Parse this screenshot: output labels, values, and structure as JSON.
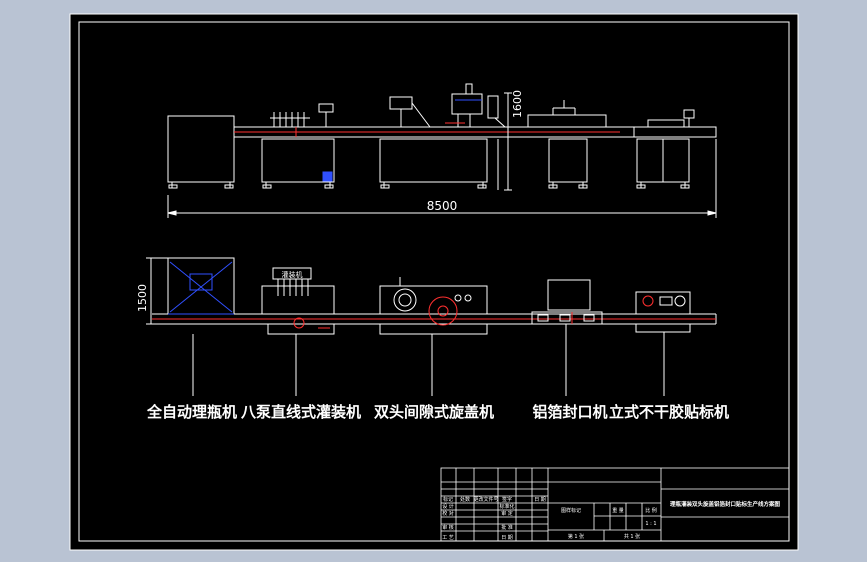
{
  "diagram": {
    "dimensions": {
      "overall_length": "8500",
      "height": "1600",
      "width": "1500"
    },
    "machine_tag": "灌装机",
    "machines": [
      {
        "id": "bottle-unscrambler",
        "label": "全自动理瓶机"
      },
      {
        "id": "filling-machine",
        "label": "八泵直线式灌装机"
      },
      {
        "id": "capping-machine",
        "label": "双头间隙式旋盖机"
      },
      {
        "id": "foil-sealer",
        "label": "铝箔封口机"
      },
      {
        "id": "labeling-machine",
        "label": "立式不干胶贴标机"
      }
    ],
    "title_block": {
      "title": "理瓶灌装双头旋盖铝箔封口贴标生产线方案图",
      "header_row": [
        "标记",
        "处数",
        "更改文件号",
        "签字",
        "日 期"
      ],
      "roles": [
        "设 计",
        "校 对",
        "审 核",
        "工 艺"
      ],
      "roles_right": [
        "标准化",
        "审 定",
        "批 准",
        "日 期"
      ],
      "stage_label": "图样标记",
      "scale": "1 : 1",
      "sheet": "第 1 张",
      "sheets_total": "共 1 张",
      "weight_label": "重 量",
      "scale_label": "比 例"
    },
    "colors": {
      "background": "#000000",
      "line": "#ffffff",
      "accent_red": "#ff3030",
      "accent_blue": "#3050ff",
      "frame_outer": "#b9c3d3"
    }
  }
}
